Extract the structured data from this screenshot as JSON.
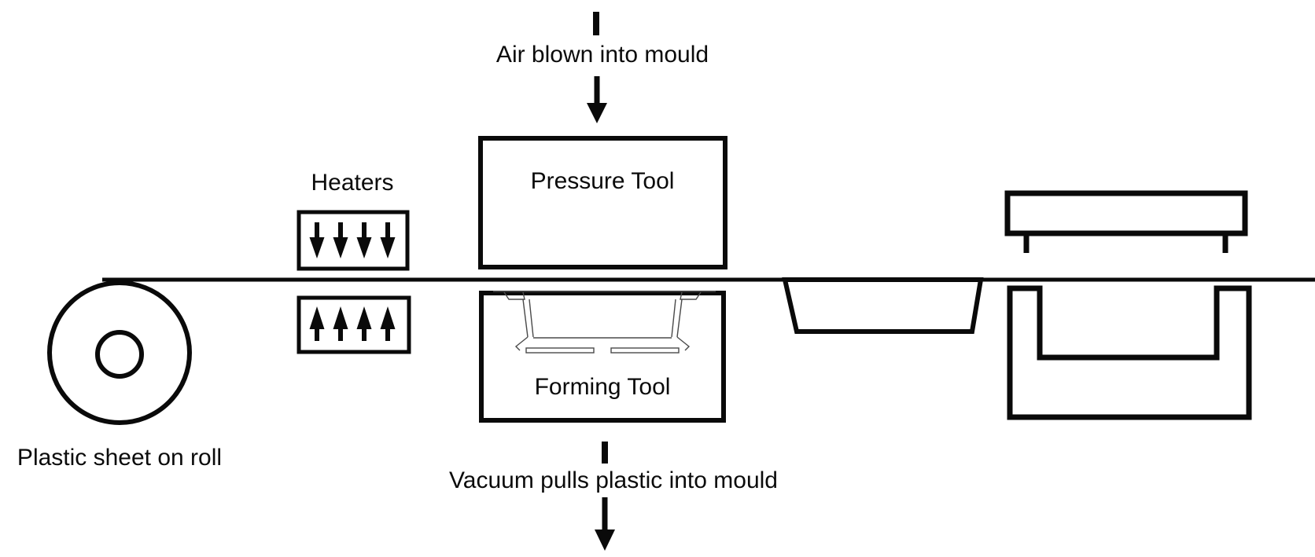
{
  "diagram": {
    "labels": {
      "air_flow": "Air blown into mould",
      "pressure_tool": "Pressure Tool",
      "heaters": "Heaters",
      "plastic_roll": "Plastic sheet on roll",
      "forming_tool": "Forming Tool",
      "vacuum_flow": "Vacuum pulls plastic into mould"
    },
    "icons": {
      "heater_top": "four-down-arrows",
      "heater_bottom": "four-up-arrows",
      "air_arrow": "down-arrow",
      "vacuum_arrow": "down-arrow"
    },
    "colors": {
      "ink": "#0a0a0a",
      "background": "#ffffff",
      "tray_outline": "#4a4a4a",
      "shape_fill": "#ffffff"
    }
  }
}
